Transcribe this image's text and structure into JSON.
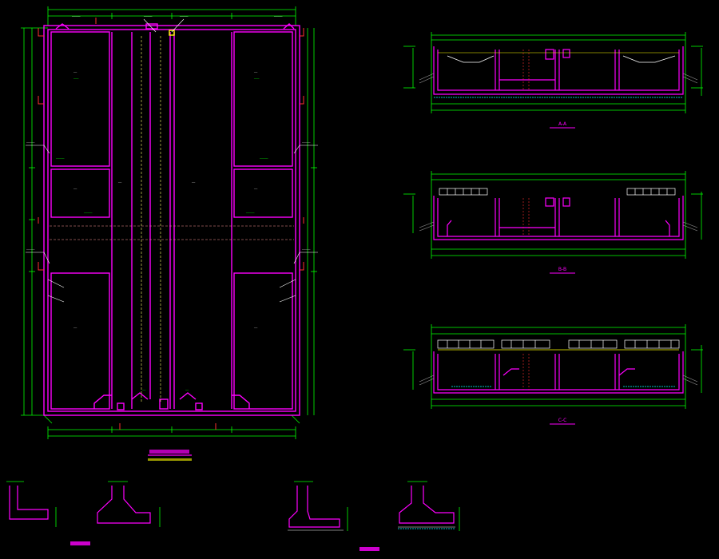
{
  "colors": {
    "background": "#000000",
    "wall": "#ff00ff",
    "dimension": "#00ff00",
    "text": "#ffffff",
    "yellow": "#ffff00",
    "red": "#ff3030",
    "cyan": "#00ffff",
    "grey": "#9a9a9a"
  },
  "labels": {
    "section_a": "A-A",
    "section_b": "B-B",
    "section_c": "C-C"
  }
}
